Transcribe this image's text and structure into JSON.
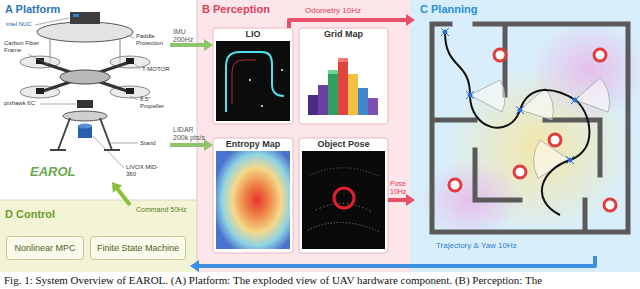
{
  "diagram": {
    "caption": "Fig. 1: System Overview of EAROL. (A) Platform: The exploded view of UAV hardware component. (B) Perception: The",
    "nodes": [
      {
        "text": [
          "A Platform"
        ]
      },
      {
        "text": [
          "B Perception"
        ]
      },
      {
        "text": [
          "LIO"
        ],
        "in": 1
      },
      {
        "text": [
          "Grid Map"
        ],
        "in": 1
      },
      {
        "text": [
          "Entropy Map"
        ],
        "in": 1
      },
      {
        "text": [
          "Object Pose"
        ],
        "in": 1
      },
      {
        "text": [
          "C Planning"
        ]
      },
      {
        "text": [
          "D Control"
        ]
      },
      {
        "text": [
          "Nonlinear MPC"
        ],
        "in": 7
      },
      {
        "text": [
          "Finite State Machine"
        ],
        "in": 7
      }
    ],
    "edges": [
      {
        "from": 0,
        "to": 2,
        "label": "IMU 200Hz",
        "arrow": "to"
      },
      {
        "from": 0,
        "to": 4,
        "label": "LIDAR 200k pts/s",
        "arrow": "to"
      },
      {
        "from": 2,
        "to": 6,
        "label": "Odometry 10Hz",
        "arrow": "to"
      },
      {
        "from": 5,
        "to": 6,
        "label": "Pose 10Hz",
        "arrow": "to"
      },
      {
        "from": 6,
        "to": 7,
        "label": "Trajectory & Yaw 10Hz",
        "arrow": "to"
      },
      {
        "from": 7,
        "to": 0,
        "label": "Command 50Hz",
        "arrow": "to"
      }
    ],
    "labels": [
      "intel NUC",
      "Paddle Protection",
      "Carbon Fiber Frame",
      "T-MOTOR",
      "8.5\" Propeller",
      "pixhawk 6C",
      "Stand",
      "LIVOX MID-360",
      "EAROL"
    ]
  }
}
